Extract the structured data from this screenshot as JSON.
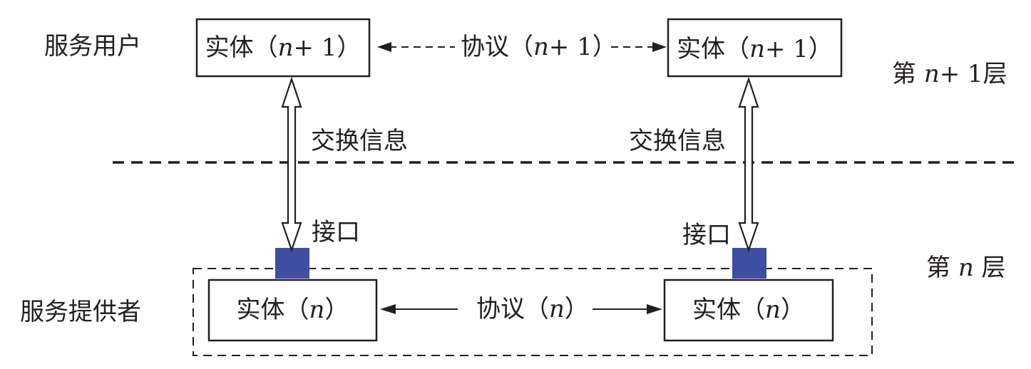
{
  "layers": {
    "upper": {
      "role": "服务用户",
      "layer": "第 n+ 1层",
      "entity": "实体（n+ 1）",
      "protocol": "协议（n+ 1）"
    },
    "lower": {
      "role": "服务提供者",
      "layer": "第 n 层",
      "entity": "实体（n）",
      "protocol": "协议（n）"
    }
  },
  "exchange_label": "交换信息",
  "interface_label": "接口",
  "colors": {
    "line": "#231f20",
    "interface": "#3f4ea1"
  }
}
